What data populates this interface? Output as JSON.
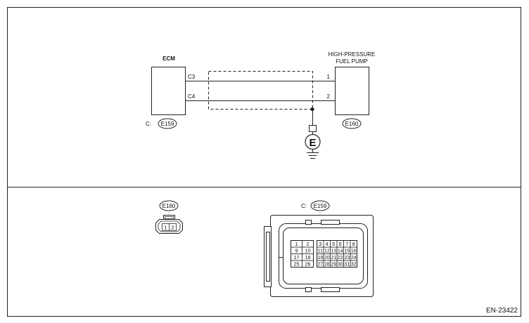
{
  "wiring": {
    "ecm_label": "ECM",
    "pump_label_line1": "HIGH-PRESSURE",
    "pump_label_line2": "FUEL PUMP",
    "ecm_pins": [
      "C3",
      "C4"
    ],
    "pump_pins": [
      "1",
      "2"
    ],
    "ecm_connector_prefix": "C:",
    "ecm_connector_code": "E159",
    "pump_connector_code": "E160",
    "ground_symbol": "E"
  },
  "connectors": {
    "pump": {
      "code": "E160",
      "pins": [
        "1",
        "2"
      ]
    },
    "ecm": {
      "prefix": "C:",
      "code": "E159",
      "left_block": [
        [
          "1",
          "2"
        ],
        [
          "9",
          "10"
        ],
        [
          "17",
          "18"
        ],
        [
          "25",
          "26"
        ]
      ],
      "right_block": [
        [
          "3",
          "4",
          "5",
          "6",
          "7",
          "8"
        ],
        [
          "11",
          "12",
          "13",
          "14",
          "15",
          "16"
        ],
        [
          "19",
          "20",
          "21",
          "22",
          "23",
          "24"
        ],
        [
          "27",
          "28",
          "29",
          "30",
          "31",
          "32"
        ]
      ]
    }
  },
  "figure_id": "EN-23422"
}
